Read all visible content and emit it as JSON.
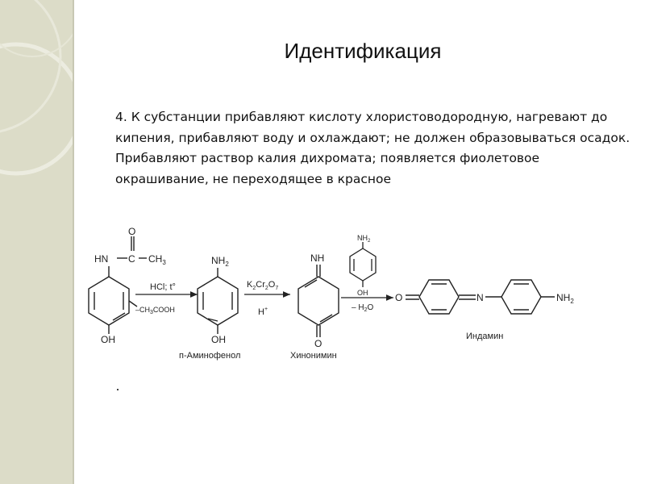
{
  "slide": {
    "title": "Идентификация",
    "paragraph": "4. К субстанции прибавляют кислоту хлористоводородную, нагревают до кипения, прибавляют воду и охлаждают; не должен образовываться осадок. Прибавляют раствор калия дихромата; появляется фиолетовое окрашивание, не переходящее в красное"
  },
  "scheme": {
    "m1_nh": "HN",
    "m1_c": "C",
    "m1_o": "O",
    "m1_ch3": "CH",
    "m1_ch3_sub": "3",
    "m1_oh": "OH",
    "r1_top": "HCl; t°",
    "r1_bottom": "–CH",
    "r1_bottom_sub": "3",
    "r1_bottom_tail": "COOH",
    "m2_nh2": "NH",
    "m2_nh2_sub": "2",
    "m2_oh": "OH",
    "m2_name": "п-Аминофенол",
    "r2_k": "K",
    "r2_k_sub": "2",
    "r2_cr": "Cr",
    "r2_cr_sub": "2",
    "r2_o": "O",
    "r2_o_sub": "7",
    "r2_h": "H",
    "r2_h_sup": "+",
    "m3_nh": "NH",
    "m3_o": "O",
    "m3_name": "Хинонимин",
    "r3_nh2": "NH",
    "r3_nh2_sub": "2",
    "r3_oh": "OH",
    "r3_h2o": "– H",
    "r3_h2o_sub": "2",
    "r3_h2o_tail": "O",
    "m4_o": "O",
    "m4_n": "N",
    "m4_nh2": "NH",
    "m4_nh2_sub": "2",
    "m4_name": "Индамин"
  }
}
